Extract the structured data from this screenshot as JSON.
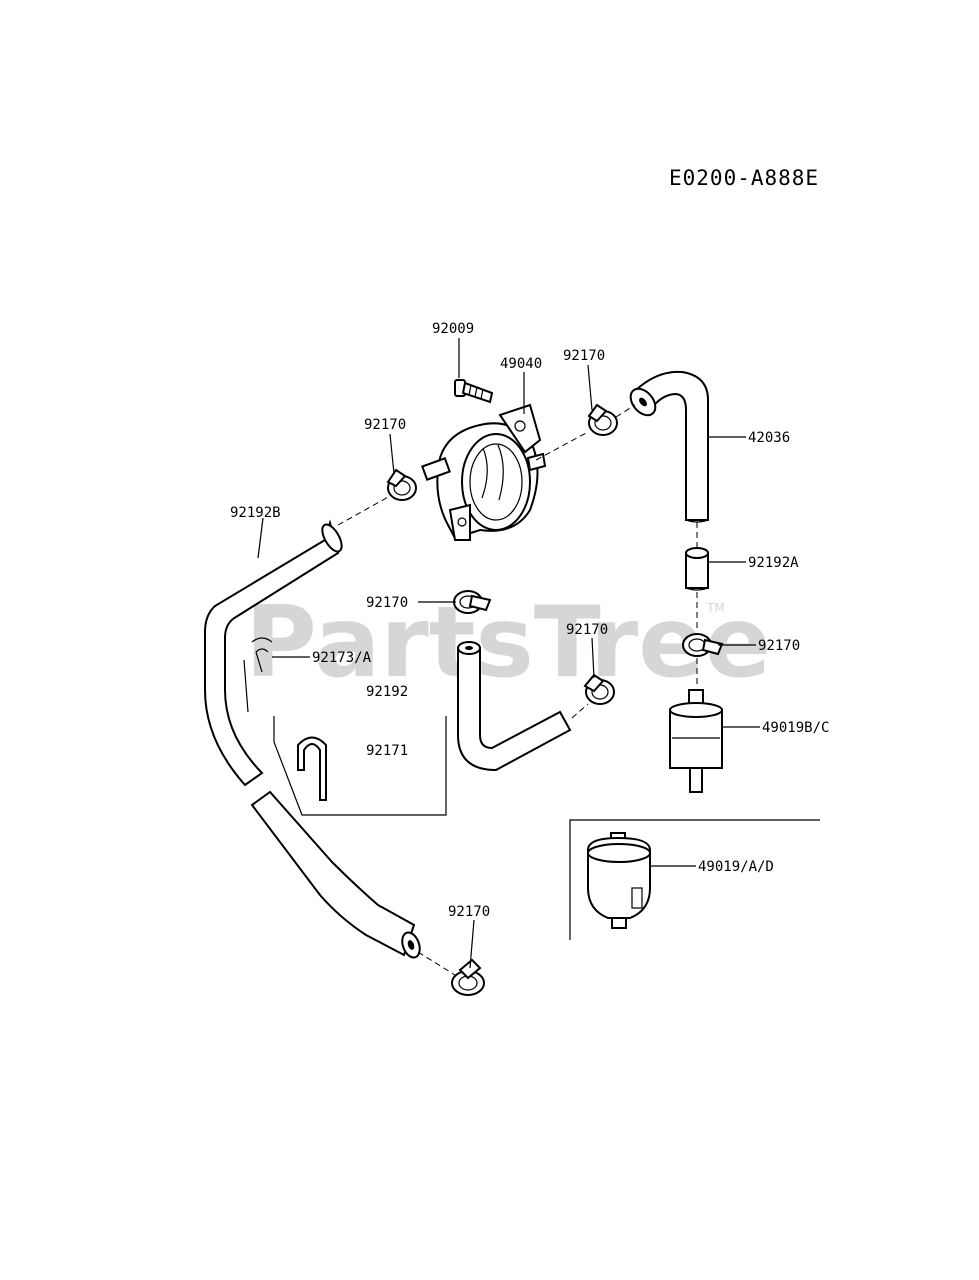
{
  "diagram": {
    "code": "E0200-A888E",
    "watermark": "PartsTree",
    "watermark_tm": "TM",
    "labels": {
      "screw": "92009",
      "fuel_pump": "49040",
      "clamp_left_pump": "92170",
      "clamp_right_pump": "92170",
      "hose_top_right": "42036",
      "hose_long_left": "92192B",
      "hose_short_right": "92192A",
      "clamp_center": "92170",
      "clamp_right_mid": "92170",
      "clip_set": "92173/A",
      "clip_group": "92192",
      "clip_inner": "92171",
      "clamp_center_lower": "92170",
      "filter_main": "49019B/C",
      "filter_alt": "49019/A/D",
      "clamp_bottom": "92170"
    }
  }
}
